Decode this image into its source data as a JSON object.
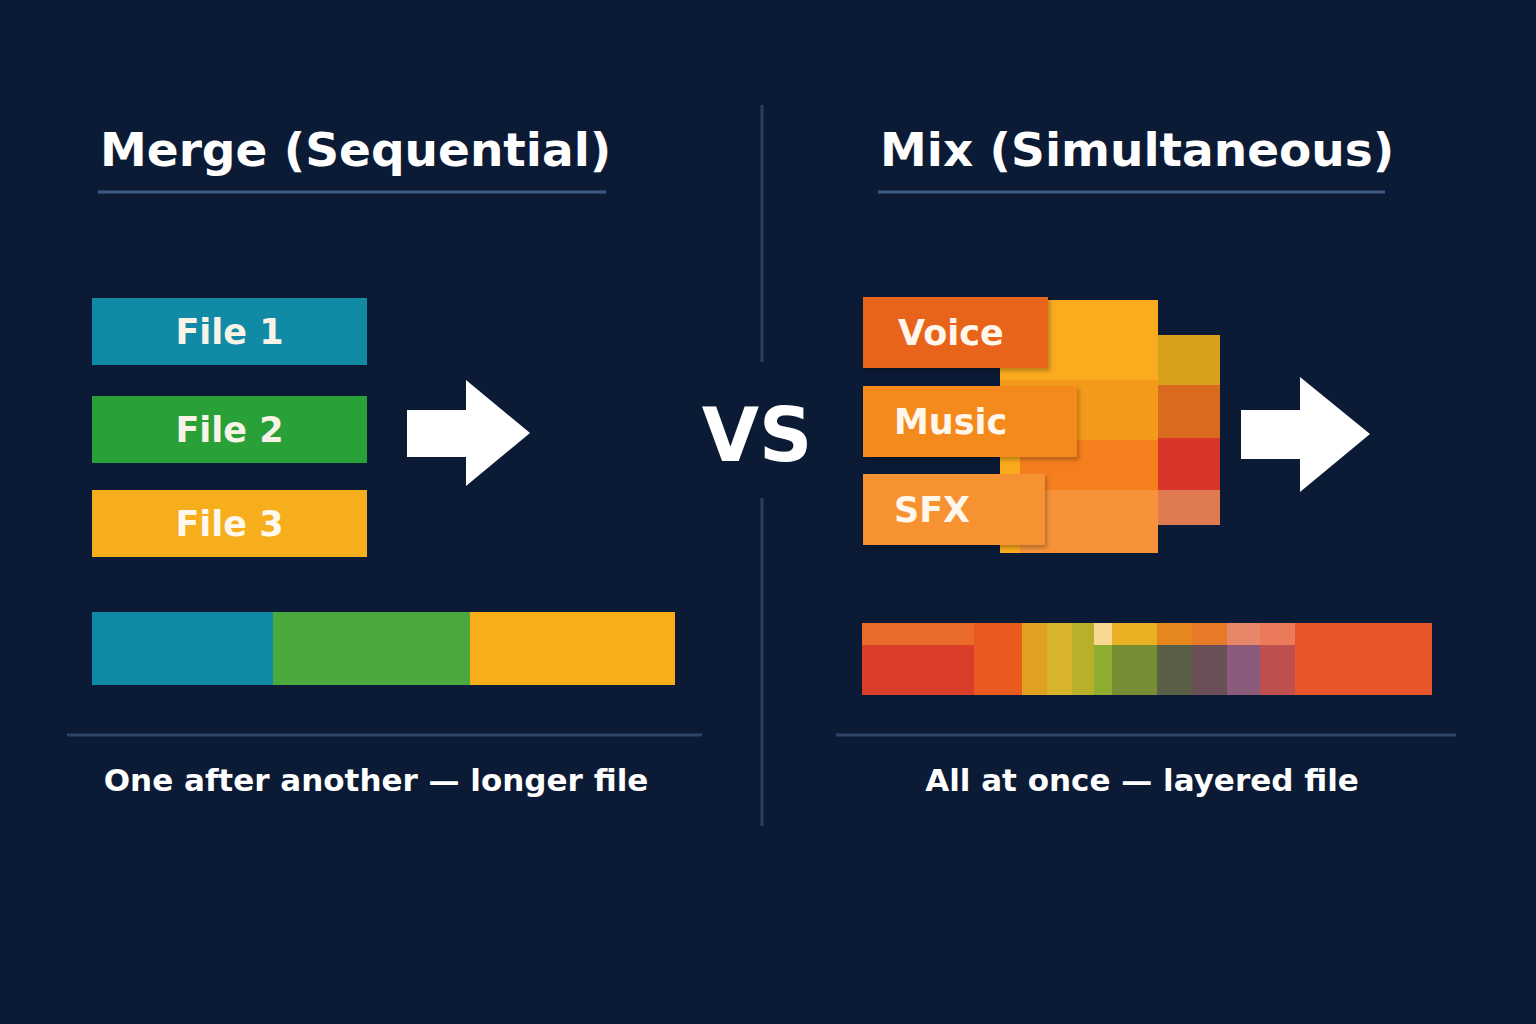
{
  "diagram": {
    "nodes": [
      {
        "text": [
          "File 1"
        ]
      },
      {
        "text": [
          "File 2"
        ]
      },
      {
        "text": [
          "File 3"
        ]
      },
      {
        "text": [
          "Voice"
        ]
      },
      {
        "text": [
          "Music"
        ]
      },
      {
        "text": [
          "SFX"
        ]
      }
    ],
    "labels": [
      "Merge (Sequential)",
      "Mix (Simultaneous)",
      "VS",
      "One after another — longer file",
      "All at once — layered file"
    ]
  }
}
